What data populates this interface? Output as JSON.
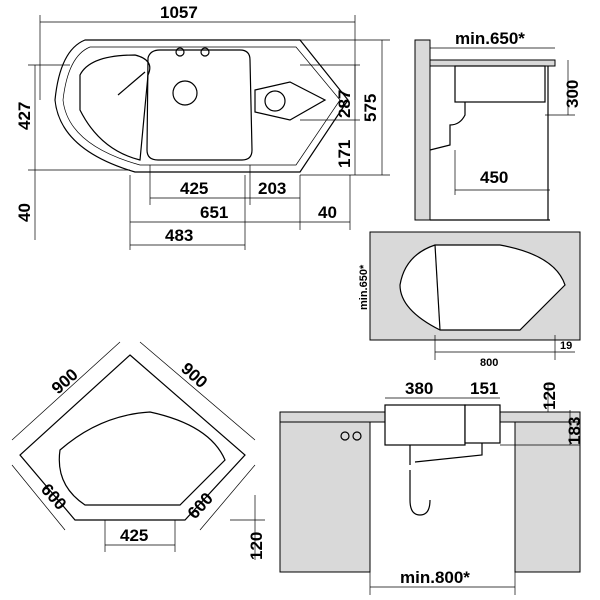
{
  "top_view": {
    "width": "1057",
    "depth_left": "427",
    "offset_left": "40",
    "depth_right": "287",
    "total": "575",
    "right_small": "171",
    "bowl_width": "425",
    "drainer": "203",
    "inner_total": "651",
    "offset_bottom": "40",
    "bottom_width": "483"
  },
  "side_view": {
    "min_cabinet": "min.650*",
    "height": "300",
    "drain": "450"
  },
  "cutout_view": {
    "min_depth": "min.650*",
    "width": "800",
    "margin": "19"
  },
  "corner_view": {
    "edge_a": "900",
    "edge_b": "900",
    "side_a": "600",
    "side_b": "600",
    "front": "425",
    "offset": "120"
  },
  "front_view": {
    "bowl_main": "380",
    "bowl_small": "151",
    "rim": "120",
    "depth": "183",
    "min_cabinet": "min.800*"
  }
}
